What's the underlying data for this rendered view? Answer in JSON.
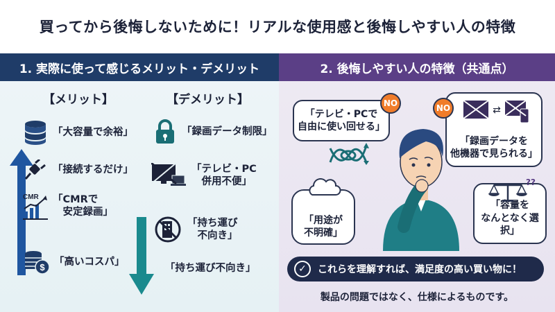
{
  "title": "買ってから後悔しないために！リアルな使用感と後悔しやすい人の特徴",
  "left": {
    "header": "1. 実際に使って感じるメリット・デメリット",
    "merits_title": "【メリット】",
    "demerits_title": "【デメリット】",
    "merits": [
      {
        "icon": "database-icon",
        "text": "「大容量で余裕」"
      },
      {
        "icon": "power-plug-icon",
        "text": "「接続するだけ」"
      },
      {
        "icon": "cmr-chart-icon",
        "icon_text": "CMR",
        "text": "「CMRで\n　安定録画」"
      },
      {
        "icon": "coins-dollar-icon",
        "text": "「高いコスパ」"
      }
    ],
    "demerits": [
      {
        "icon": "padlock-icon",
        "text": "「録画データ制限」"
      },
      {
        "icon": "crossed-tv-pc-icon",
        "text": "「テレビ・PC\n　併用不便」"
      },
      {
        "icon": "no-building-icon",
        "text": "「持ち運び\n　不向き」"
      },
      {
        "icon": "",
        "text": "「持ち運び不向き」"
      }
    ]
  },
  "right": {
    "header": "2. 後悔しやすい人の特徴（共通点）",
    "bubbles": [
      {
        "text": "「テレビ・PCで\n自由に使い回せる」",
        "badge": "NO"
      },
      {
        "text": "「録画データを\n他機器で見られる」",
        "badge": "NO"
      },
      {
        "text": "「用途が\n不明確」"
      },
      {
        "text": "「容量を\nなんとなく選択」"
      }
    ],
    "banner": "これらを理解すれば、満足度の高い買い物に！",
    "footnote": "製品の問題ではなく、仕様によるものです。"
  },
  "colors": {
    "left_header": "#1f3c68",
    "right_header": "#5b3f86",
    "arrow_up": "#1f56a0",
    "arrow_down": "#1a8a8e",
    "badge": "#f07c2a",
    "banner": "#1f2a4a"
  }
}
